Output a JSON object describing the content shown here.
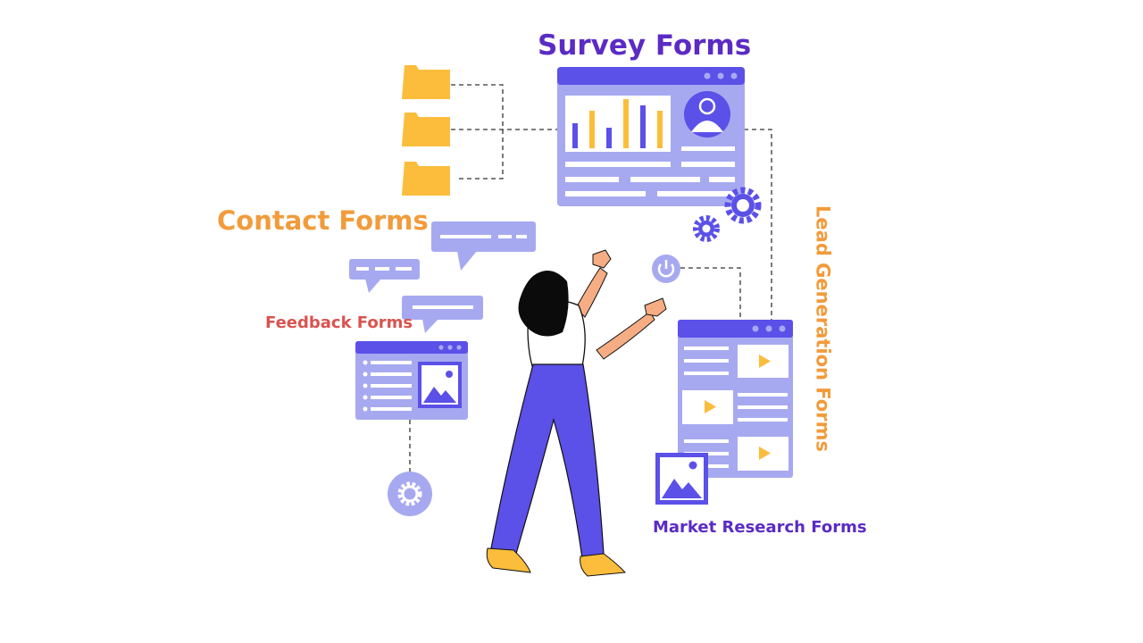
{
  "labels": {
    "survey": "Survey Forms",
    "contact": "Contact Forms",
    "feedback": "Feedback Forms",
    "market": "Market Research Forms",
    "lead": "Lead Generation Forms"
  },
  "colors": {
    "purple_text": "#5b2bc4",
    "orange_text": "#f29b3b",
    "red_text": "#d9534f",
    "lavender": "#a7a9f0",
    "indigo": "#5b50e8",
    "yellow": "#fbbd3b",
    "dark": "#111111"
  },
  "icons": [
    "folder-icon",
    "chart-icon",
    "user-avatar-icon",
    "gear-icon",
    "power-icon",
    "image-icon",
    "play-icon",
    "chat-bubble-icon"
  ]
}
